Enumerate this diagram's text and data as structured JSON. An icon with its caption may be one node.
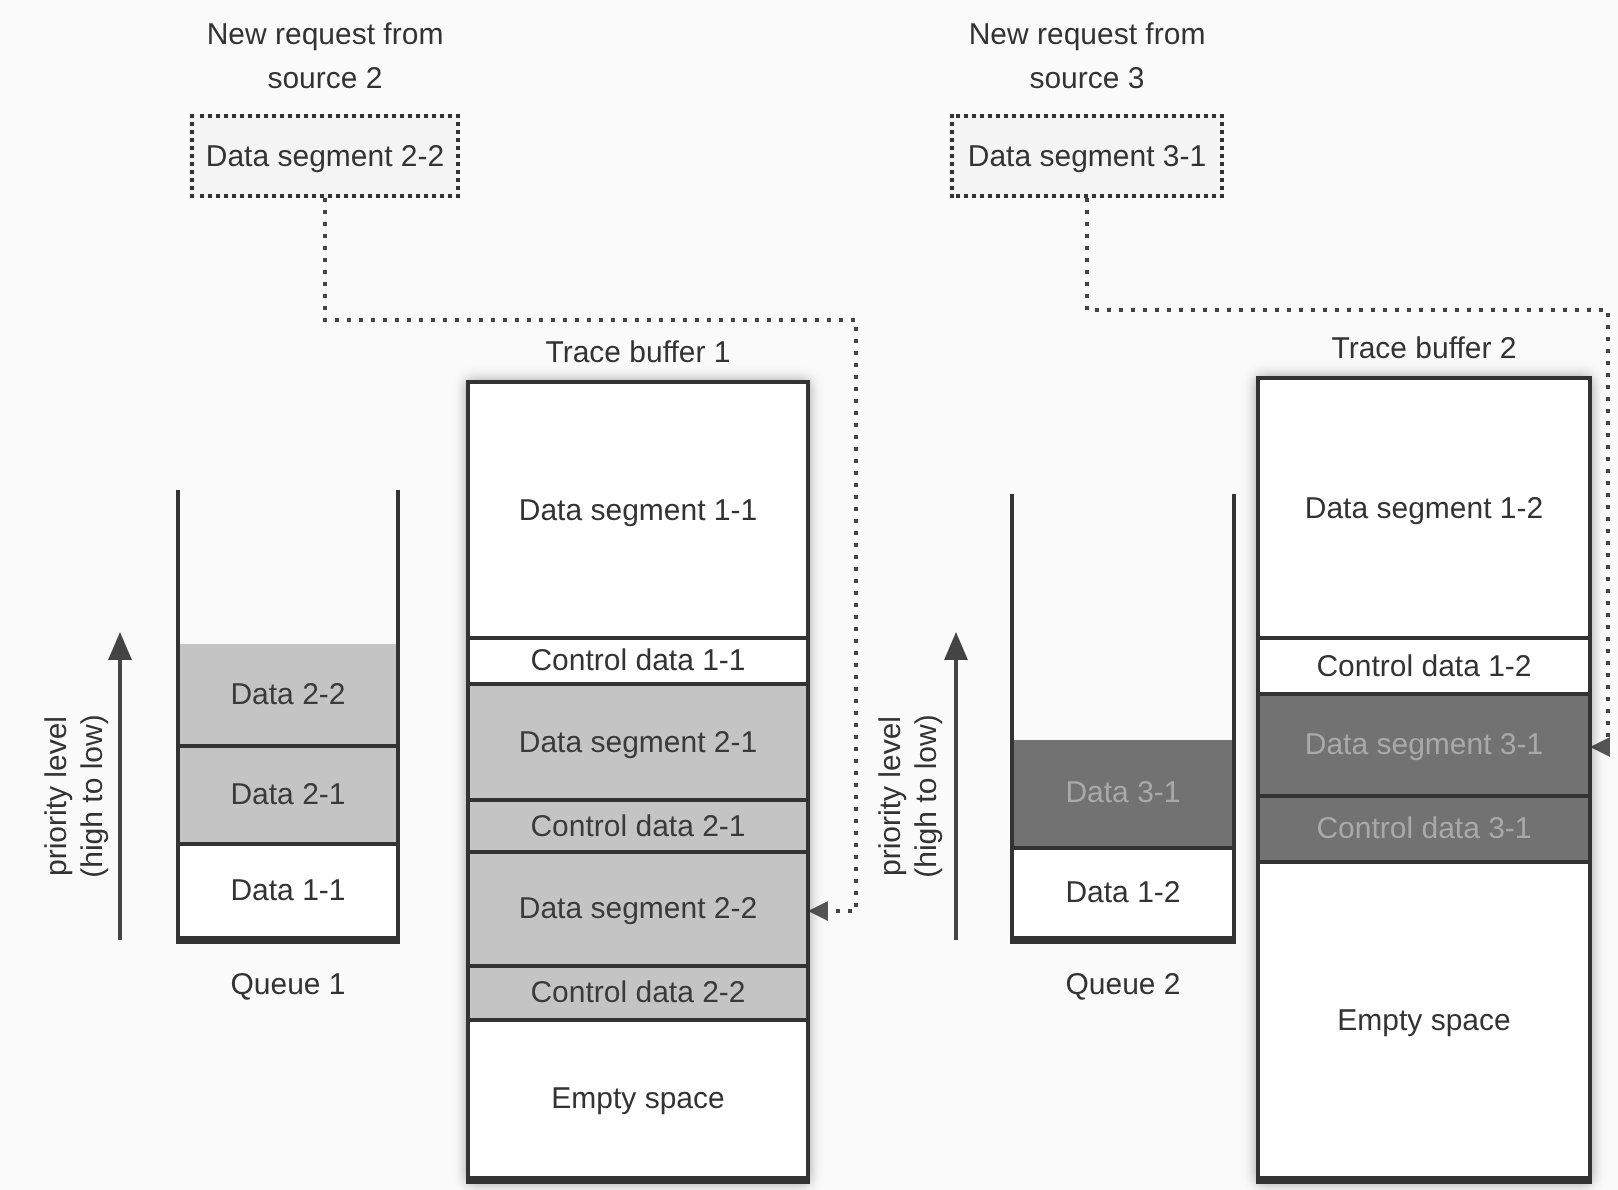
{
  "diagram": {
    "nodes": [
      {
        "text": [
          "New request from source 2",
          "Data segment 2-2"
        ]
      },
      {
        "text": [
          "New request from source 3",
          "Data segment 3-1"
        ]
      },
      {
        "text": [
          "Queue 1"
        ]
      },
      {
        "text": [
          "Data 2-2"
        ],
        "in": 2
      },
      {
        "text": [
          "Data 2-1"
        ],
        "in": 2
      },
      {
        "text": [
          "Data 1-1"
        ],
        "in": 2
      },
      {
        "text": [
          "Trace buffer 1"
        ]
      },
      {
        "text": [
          "Data segment 1-1"
        ],
        "in": 6
      },
      {
        "text": [
          "Control data 1-1"
        ],
        "in": 6
      },
      {
        "text": [
          "Data segment 2-1"
        ],
        "in": 6
      },
      {
        "text": [
          "Control data 2-1"
        ],
        "in": 6
      },
      {
        "text": [
          "Data segment 2-2"
        ],
        "in": 6
      },
      {
        "text": [
          "Control data 2-2"
        ],
        "in": 6
      },
      {
        "text": [
          "Empty space"
        ],
        "in": 6
      },
      {
        "text": [
          "Queue 2"
        ]
      },
      {
        "text": [
          "Data 3-1"
        ],
        "in": 14
      },
      {
        "text": [
          "Data 1-2"
        ],
        "in": 14
      },
      {
        "text": [
          "Trace buffer 2"
        ]
      },
      {
        "text": [
          "Data segment 1-2"
        ],
        "in": 17
      },
      {
        "text": [
          "Control data 1-2"
        ],
        "in": 17
      },
      {
        "text": [
          "Data segment 3-1"
        ],
        "in": 17
      },
      {
        "text": [
          "Control data 3-1"
        ],
        "in": 17
      },
      {
        "text": [
          "Empty space"
        ],
        "in": 17
      }
    ],
    "edges": [
      {
        "from": 0,
        "to": 11,
        "arrow": "to",
        "style": "dashed"
      },
      {
        "from": 1,
        "to": 20,
        "arrow": "to",
        "style": "dashed"
      }
    ],
    "labels": [
      "priority level (high to low)",
      "priority level (high to low)"
    ]
  }
}
